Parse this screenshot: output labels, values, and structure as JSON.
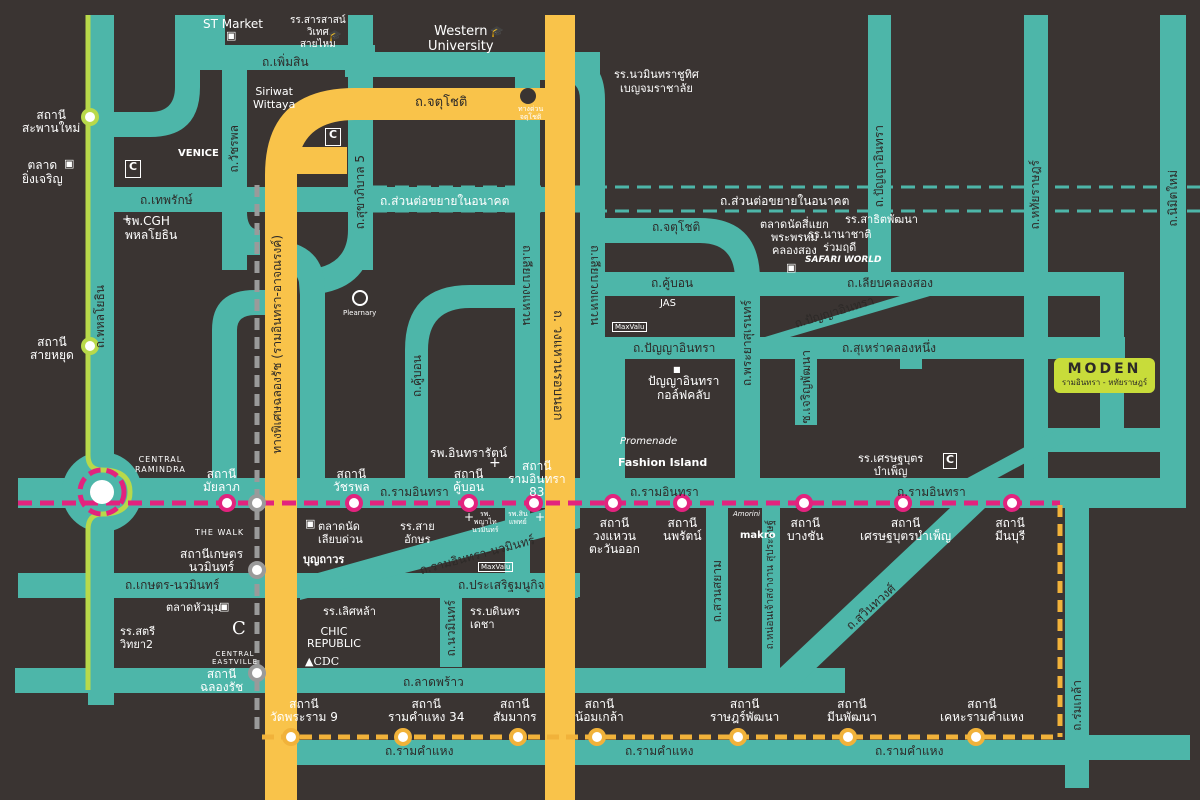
{
  "colors": {
    "background": "#3a3432",
    "road": "#4db6a9",
    "expressway": "#f9c34a",
    "pink_line": "#e2237e",
    "yellow_line": "#f1b23a",
    "green_line": "#b8d94a",
    "grey_line": "#9a9a9a",
    "project_badge": "#c8dc3a"
  },
  "project": {
    "name": "MODEN",
    "subtitle": "รามอินทรา - หทัยราษฎร์"
  },
  "roads": {
    "phoemsin": "ถ.เพิ่มสิน",
    "chatuchot_top": "ถ.จตุโชติ",
    "future_extension_1": "ถ.ส่วนต่อขยายในอนาคต",
    "future_extension_2": "ถ.ส่วนต่อขยายในอนาคต",
    "thepharak": "ถ.เทพรักษ์",
    "watcharaphon": "ถ.วัชรพล",
    "sukhaphiban5": "ถ.สุขาภิบาล 5",
    "expressway_v": "ทางพิเศษฉลองรัช (รามอินทรา-อาจณรงค์)",
    "phahonyothin": "ถ.พหลโยธิน",
    "khubon_v": "ถ.คู้บอน",
    "liab_wongwaen_1": "ถ.เลียบวงแหวน",
    "kanchana": "ถ. วงแหวนรอบนอก",
    "liab_wongwaen_2": "ถ.เลียบวงแหวน",
    "chatuchot_right": "ถ.จตุโชติ",
    "khubon_h": "ถ.คู้บอน",
    "liab_khlong_song": "ถ.เลียบคลองสอง",
    "panya_indra_diag": "ถ.ปัญญาอินทรา",
    "panya_indra_h": "ถ.ปัญญาอินทรา",
    "suhrao_khlong_nueng": "ถ.สุเหร่าคลองหนึ่ง",
    "phraya_suren": "ถ.พระยาสุเรนทร์",
    "charoen_phatthana": "ซ.เจริญพัฒนา",
    "panya_indra_v": "ถ.ปัญญาอินทรา",
    "hathai_rat": "ถ.หทัยราษฎร์",
    "nimit_mai": "ถ.นิมิตใหม่",
    "ram_intra_1": "ถ.รามอินทรา",
    "ram_intra_2": "ถ.รามอินทรา",
    "ram_intra_3": "ถ.รามอินทรา",
    "ram_intra_nawamin": "ถ.รามอินทรา-นวมินทร์",
    "kaset_nawamin": "ถ.เกษตร-นวมินทร์",
    "prasert_manukit": "ถ.ประเสริฐมนูกิจ",
    "nawamin": "ถ.นวมินทร์",
    "lat_phrao": "ถ.ลาดพร้าว",
    "ramkhamhaeng_1": "ถ.รามคำแหง",
    "ramkhamhaeng_2": "ถ.รามคำแหง",
    "ramkhamhaeng_3": "ถ.รามคำแหง",
    "suan_siam": "ถ.สวนสยาม",
    "nuan_chan": "ถ.หน่อนเจ้าสง่างาน สุประดิษฐ์",
    "suwinthawong": "ถ.สุวินทวงศ์",
    "romklao": "ถ.ร่มเกล้า"
  },
  "stations": {
    "saphan_mai": "สถานี\nสะพานใหม่",
    "sai_yud": "สถานี\nสายหยุด",
    "mai_lap": "สถานี\nมัยลาภ",
    "watcharaphon": "สถานี\nวัชรพล",
    "khubon": "สถานี\nคู้บอน",
    "ram_intra_83": "สถานี\nรามอินทรา\n83",
    "wongwaen_east": "สถานี\nวงแหวน\nตะวันออก",
    "nopparat": "สถานี\nนพรัตน์",
    "bang_chan": "สถานี\nบางชัน",
    "setthabut": "สถานี\nเศรษฐบุตรบำเพ็ญ",
    "min_buri": "สถานี\nมีนบุรี",
    "kaset_nawamin": "สถานีเกษตร\nนวมินทร์",
    "chalong_rat": "สถานี\nฉลองรัช",
    "wat_phra_ram9": "สถานี\nวัดพระราม 9",
    "ramkhamhaeng34": "สถานี\nรามคำแหง 34",
    "sammakon": "สถานี\nสัมมากร",
    "nom_klao": "สถานี\nน้อมเกล้า",
    "rat_phatthana": "สถานี\nราษฎร์พัฒนา",
    "min_phatthana": "สถานี\nมีนพัฒนา",
    "keha_ram": "สถานี\nเคหะรามคำแหง"
  },
  "places": {
    "st_market": "ST Market",
    "sarasas": "รร.สารสาสน์\nวิเทศ\nสายไหม",
    "western_univ": "Western\nUniversity",
    "nawamin_school": "รร.นวมินทราชูทิศ\nเบญจมราชาลัย",
    "siriwat": "Siriwat\nWittaya",
    "tollgate": "ทางด่วน\nจตุโชติ",
    "talad_ying": "ตลาด\nยิ่งเจริญ",
    "venice": "VENICE",
    "cgh": "รพ.CGH\nพหลโยธิน",
    "plearnary": "Plearnary",
    "talad_klong_song": "ตลาดนัดสี่แยก\nพระพรหม\nคลองสอง",
    "nanachart": "รร.นานาชาติ\nร่วมฤดี",
    "satit": "รร.สาธิตพัฒนา",
    "safari": "SAFARI WORLD",
    "jas": "JAS",
    "maxvalu_1": "MaxValu",
    "maxvalu_2": "MaxValu",
    "panya_golf": "ปัญญาอินทรา\nกอล์ฟคลับ",
    "promenade": "Promenade",
    "fashion_island": "Fashion Island",
    "setthabut_school": "รร.เศรษฐบุตร\nบำเพ็ญ",
    "central_ramindra": "CENTRAL\nRAMINDRA",
    "intrarat": "รพ.อินทรารัตน์",
    "the_walk": "THE WALK",
    "talad_liab": "ตลาดนัด\nเลียบด่วน",
    "bunthavorn": "บุญถาวร",
    "sai_aksorn": "รร.สาย\nอักษร",
    "phyathai": "รพ.\nพญาไท\nนวมินทร์",
    "sinphaet": "รพ.สิน\nแพทย์",
    "amorini": "Amorini",
    "makro": "makro",
    "talad_huamum": "ตลาดหัวมุม",
    "satri": "รร.สตรี\nวิทยา2",
    "central_eastville": "CENTRAL\nEASTVILLE",
    "loetla": "รร.เลิศหล้า",
    "chic": "CHIC\nREPUBLIC",
    "cdc": "▲CDC",
    "bodindecha": "รร.บดินทร\nเดชา"
  }
}
